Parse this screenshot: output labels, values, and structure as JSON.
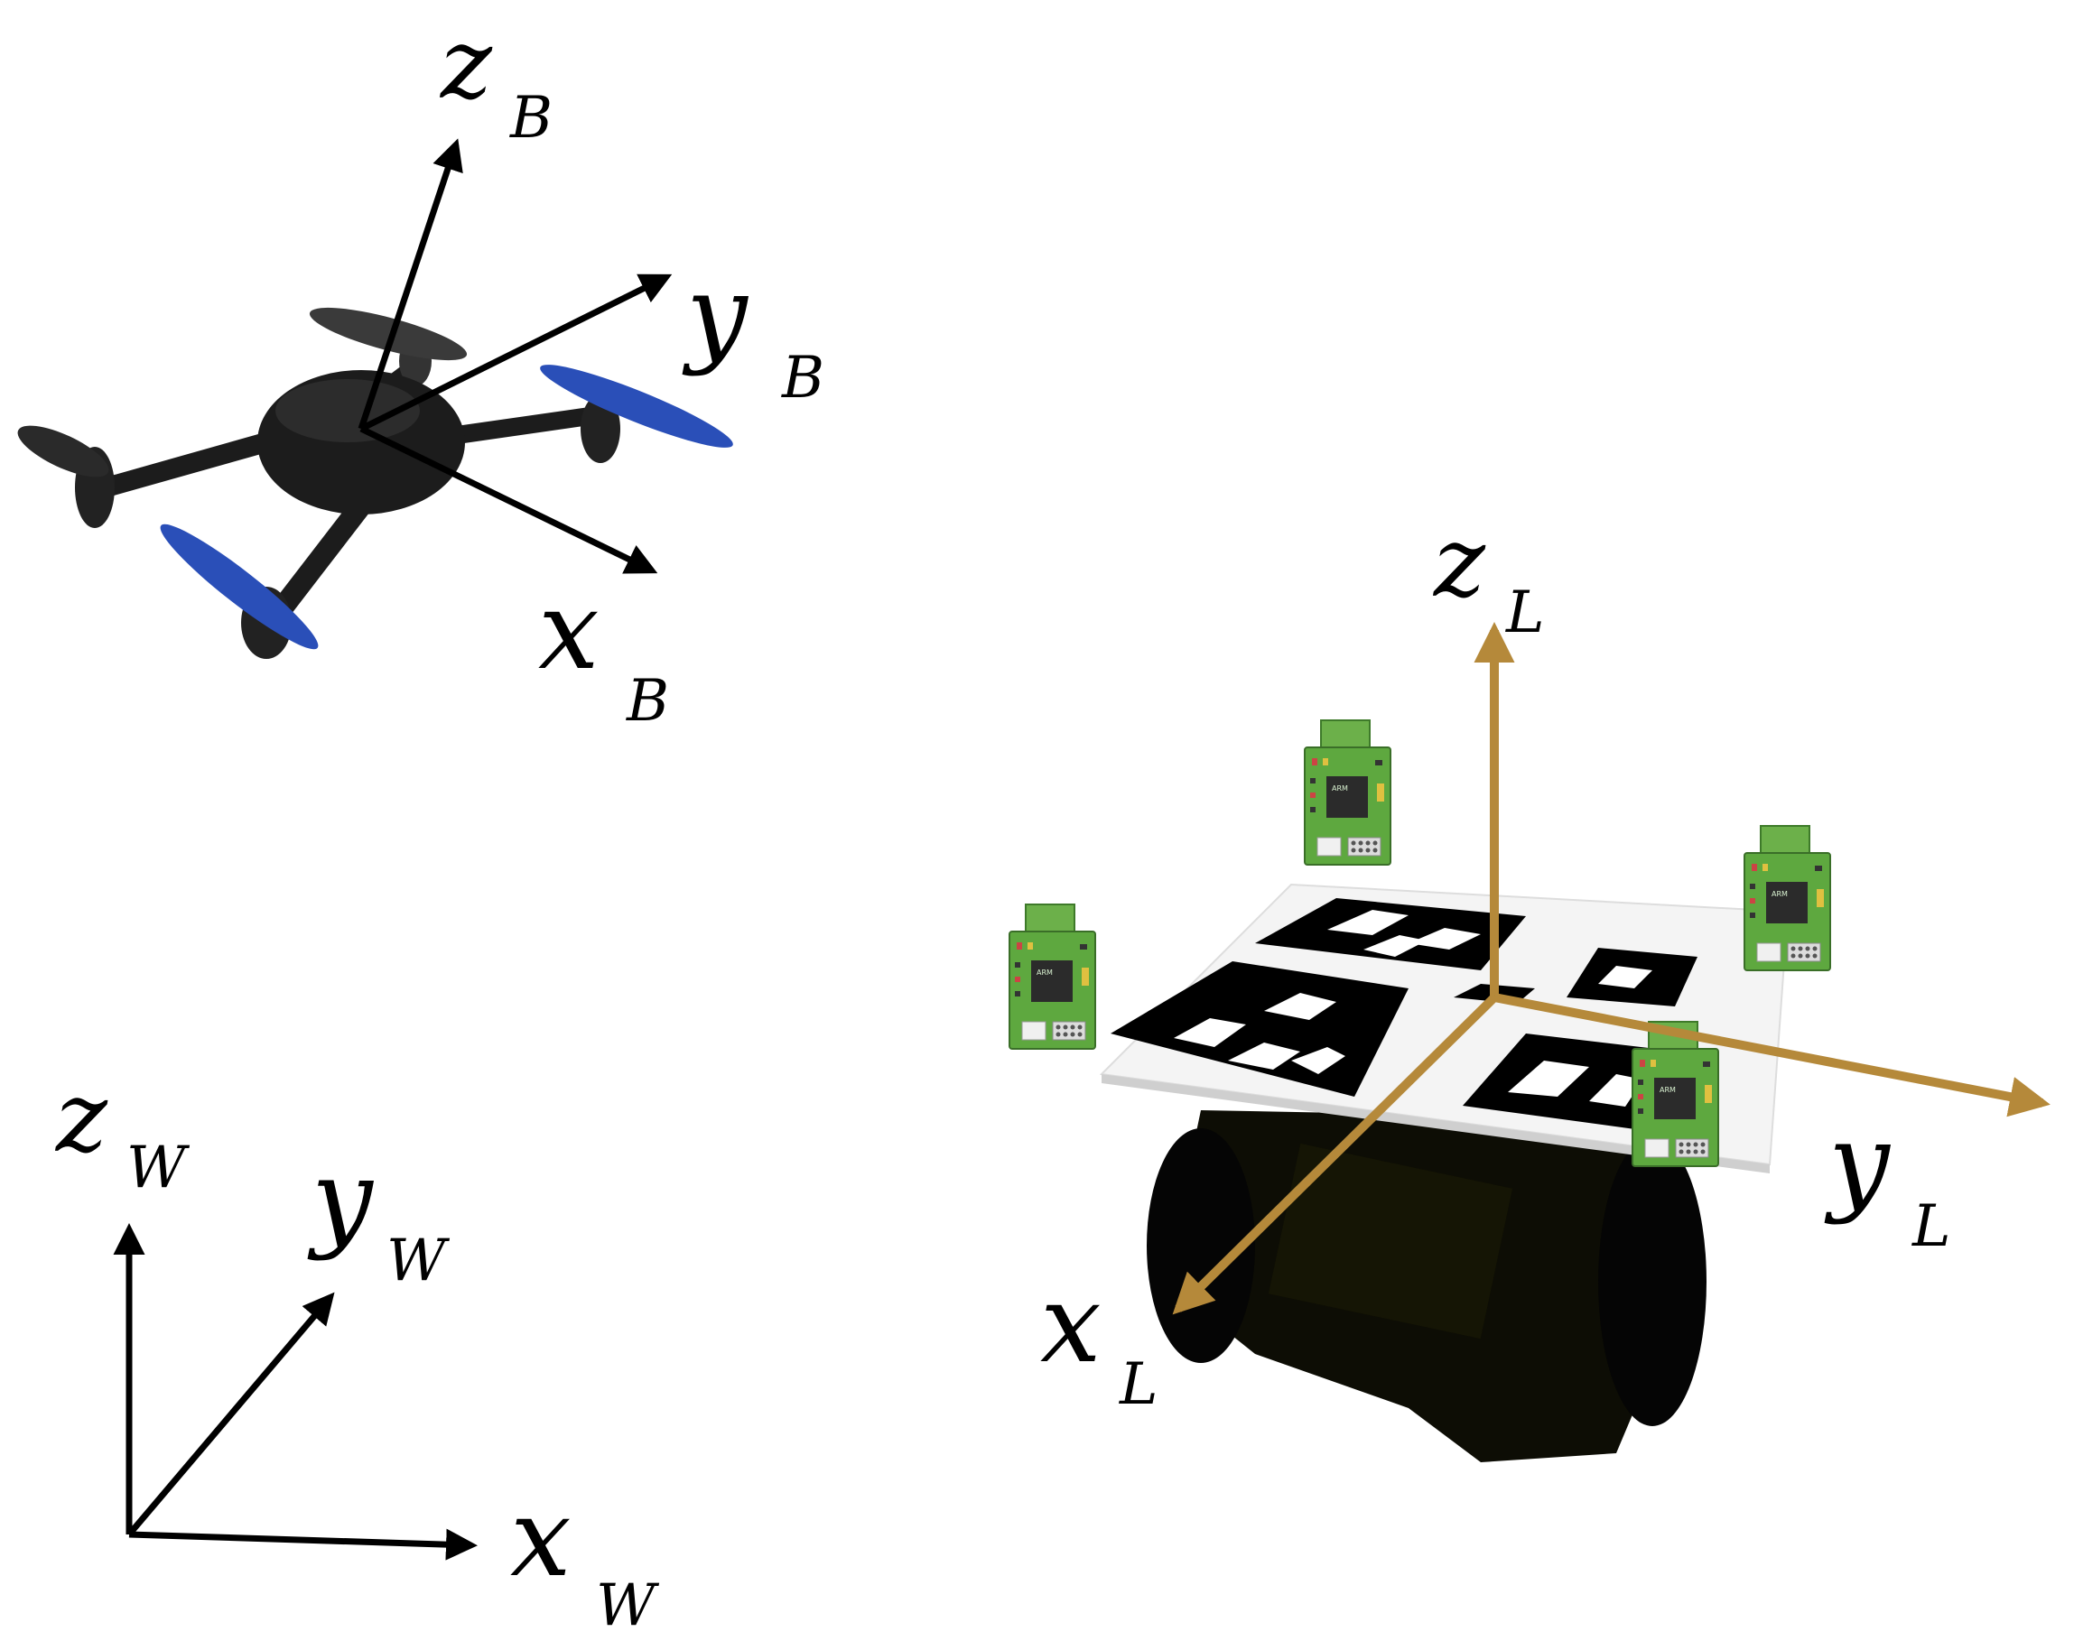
{
  "colors": {
    "body_axes": "#000000",
    "world_axes": "#000000",
    "landing_axes": "#b5893a",
    "propeller_blue": "#2a4fb8",
    "drone_body": "#1c1c1c",
    "board_green": "#5ea83f",
    "marker_black": "#000000"
  },
  "frames": {
    "body": {
      "z": {
        "letter": "z",
        "sub": "B"
      },
      "y": {
        "letter": "y",
        "sub": "B"
      },
      "x": {
        "letter": "x",
        "sub": "B"
      }
    },
    "world": {
      "z": {
        "letter": "z",
        "sub": "W"
      },
      "y": {
        "letter": "y",
        "sub": "W"
      },
      "x": {
        "letter": "x",
        "sub": "W"
      }
    },
    "landing": {
      "z": {
        "letter": "z",
        "sub": "L"
      },
      "y": {
        "letter": "y",
        "sub": "L"
      },
      "x": {
        "letter": "x",
        "sub": "L"
      }
    }
  },
  "icons": {
    "drone": "quadrotor-icon",
    "ground_robot": "ground-robot-icon",
    "uwb_board": "uwb-anchor-board-icon",
    "marker": "fiducial-marker-icon"
  },
  "boards": {
    "chip_label": "ARM"
  }
}
